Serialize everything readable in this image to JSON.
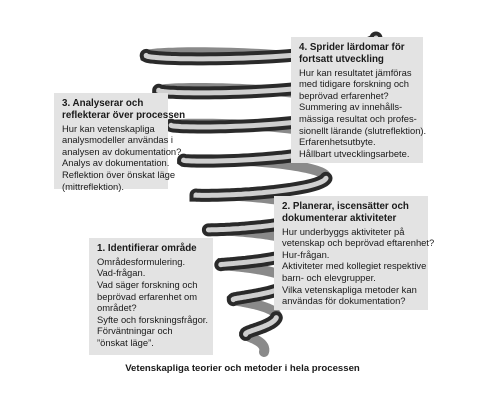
{
  "boxes": {
    "box4": {
      "title": [
        "4. Sprider lärdomar för",
        "fortsatt utveckling"
      ],
      "lines": [
        "Hur kan resultatet jämföras",
        "med tidigare forskning och",
        "beprövad erfarenhet?",
        "Summering av innehålls-",
        "mässiga resultat och profes-",
        "sionellt lärande (slutreflektion).",
        "Erfarenhetsutbyte.",
        "Hållbart utvecklingsarbete."
      ]
    },
    "box3": {
      "title": [
        "3. Analyserar och",
        "reflekterar över processen"
      ],
      "lines": [
        "Hur kan vetenskapliga",
        "analysmodeller användas i",
        "analysen av dokumentation?",
        "Analys av dokumentation.",
        "Reflektion över önskat läge",
        "(mittreflektion)."
      ]
    },
    "box2": {
      "title": [
        "2. Planerar, iscensätter och",
        "dokumenterar aktiviteter"
      ],
      "lines": [
        "Hur underbyggs aktiviteter på",
        "vetenskap och beprövad eftarenhet?",
        "Hur-frågan.",
        "Aktiviteter med kollegiet respektive",
        "barn- och elevgrupper.",
        "Vilka vetenskapliga metoder kan",
        "användas för dokumentation?"
      ]
    },
    "box1": {
      "title": [
        "1. Identifierar område"
      ],
      "lines": [
        "Områdesformulering.",
        "Vad-frågan.",
        "Vad säger forskning och",
        "beprövad erfarenhet om",
        "området?",
        "Syfte och forskningsfrågor.",
        "Förväntningar och",
        "”önskat läge”."
      ]
    }
  },
  "caption": "Vetenskapliga teorier och metoder i hela processen",
  "colors": {
    "spiral_dark": "#3a3a3a",
    "spiral_light": "#e8e8e8",
    "box_bg": "#e3e3e3"
  }
}
